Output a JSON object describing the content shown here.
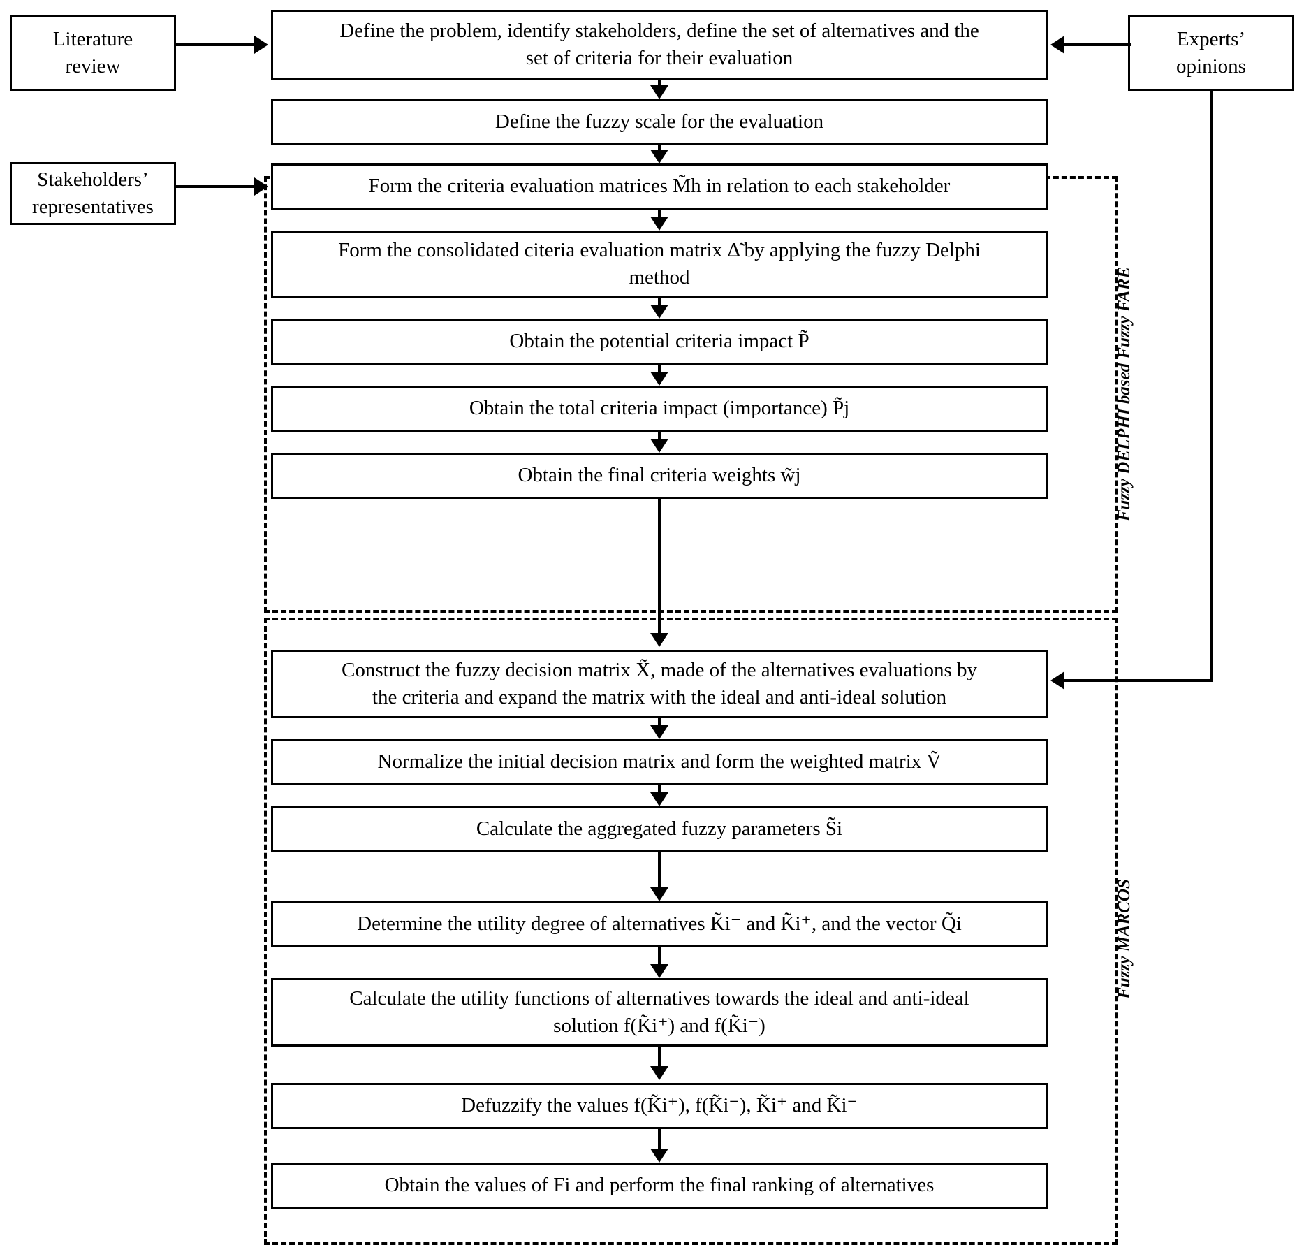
{
  "diagram": {
    "title": "Fuzzy DELPHI based Fuzzy FARE and Fuzzy MARCOS methodology flowchart",
    "input_boxes": [
      {
        "id": "literature-review",
        "label": "Literature\nreview"
      },
      {
        "id": "stakeholders-representatives",
        "label": "Stakeholders’\nrepresentatives"
      },
      {
        "id": "experts-opinions",
        "label": "Experts’\nopinions"
      }
    ],
    "groups": [
      {
        "id": "group-fuzzy-delphi-fare",
        "label": "Fuzzy DELPHI based Fuzzy FARE"
      },
      {
        "id": "group-fuzzy-marcos",
        "label": "Fuzzy MARCOS"
      }
    ],
    "steps": [
      {
        "id": "step-define-problem",
        "group": "none",
        "line1": "Define the problem, identify stakeholders, define the set of alternatives and the",
        "line2": "set of criteria for their evaluation"
      },
      {
        "id": "step-define-fuzzy-scale",
        "group": "none",
        "line1": "Define the fuzzy scale for the evaluation",
        "line2": ""
      },
      {
        "id": "step-form-criteria-matrices",
        "group": "group-fuzzy-delphi-fare",
        "line1": "Form the criteria evaluation matrices M̃h in relation to each stakeholder",
        "line2": ""
      },
      {
        "id": "step-consolidated-matrix",
        "group": "group-fuzzy-delphi-fare",
        "line1": "Form the consolidated citeria evaluation matrix Δ̃ by applying the fuzzy Delphi",
        "line2": "method"
      },
      {
        "id": "step-potential-criteria-impact",
        "group": "group-fuzzy-delphi-fare",
        "line1": "Obtain the potential criteria impact P̃",
        "line2": ""
      },
      {
        "id": "step-total-criteria-impact",
        "group": "group-fuzzy-delphi-fare",
        "line1": "Obtain the total criteria impact (importance) P̃j",
        "line2": ""
      },
      {
        "id": "step-final-criteria-weights",
        "group": "group-fuzzy-delphi-fare",
        "line1": "Obtain the final criteria weights w̃j",
        "line2": ""
      },
      {
        "id": "step-construct-decision-matrix",
        "group": "group-fuzzy-marcos",
        "line1": "Construct the fuzzy decision matrix X̃, made of  the alternatives evaluations by",
        "line2": "the criteria and expand the matrix with the ideal and anti-ideal solution"
      },
      {
        "id": "step-normalize-matrix",
        "group": "group-fuzzy-marcos",
        "line1": "Normalize the initial decision matrix and form the weighted matrix Ṽ",
        "line2": ""
      },
      {
        "id": "step-aggregated-parameters",
        "group": "group-fuzzy-marcos",
        "line1": "Calculate the aggregated fuzzy parameters S̃i",
        "line2": ""
      },
      {
        "id": "step-utility-degree",
        "group": "group-fuzzy-marcos",
        "line1": "Determine the utility degree of alternatives K̃i⁻ and K̃i⁺, and the vector Q̃i",
        "line2": ""
      },
      {
        "id": "step-utility-functions",
        "group": "group-fuzzy-marcos",
        "line1": "Calculate the utility functions of alternatives towards the ideal and anti-ideal",
        "line2": "solution f(K̃i⁺) and f(K̃i⁻)"
      },
      {
        "id": "step-defuzzify",
        "group": "group-fuzzy-marcos",
        "line1": "Defuzzify the values f(K̃i⁺), f(K̃i⁻), K̃i⁺ and K̃i⁻",
        "line2": ""
      },
      {
        "id": "step-final-ranking",
        "group": "group-fuzzy-marcos",
        "line1": "Obtain the values of Fi and perform the final ranking of alternatives",
        "line2": ""
      }
    ],
    "colors": {
      "stroke": "#000000",
      "background": "#ffffff"
    }
  }
}
